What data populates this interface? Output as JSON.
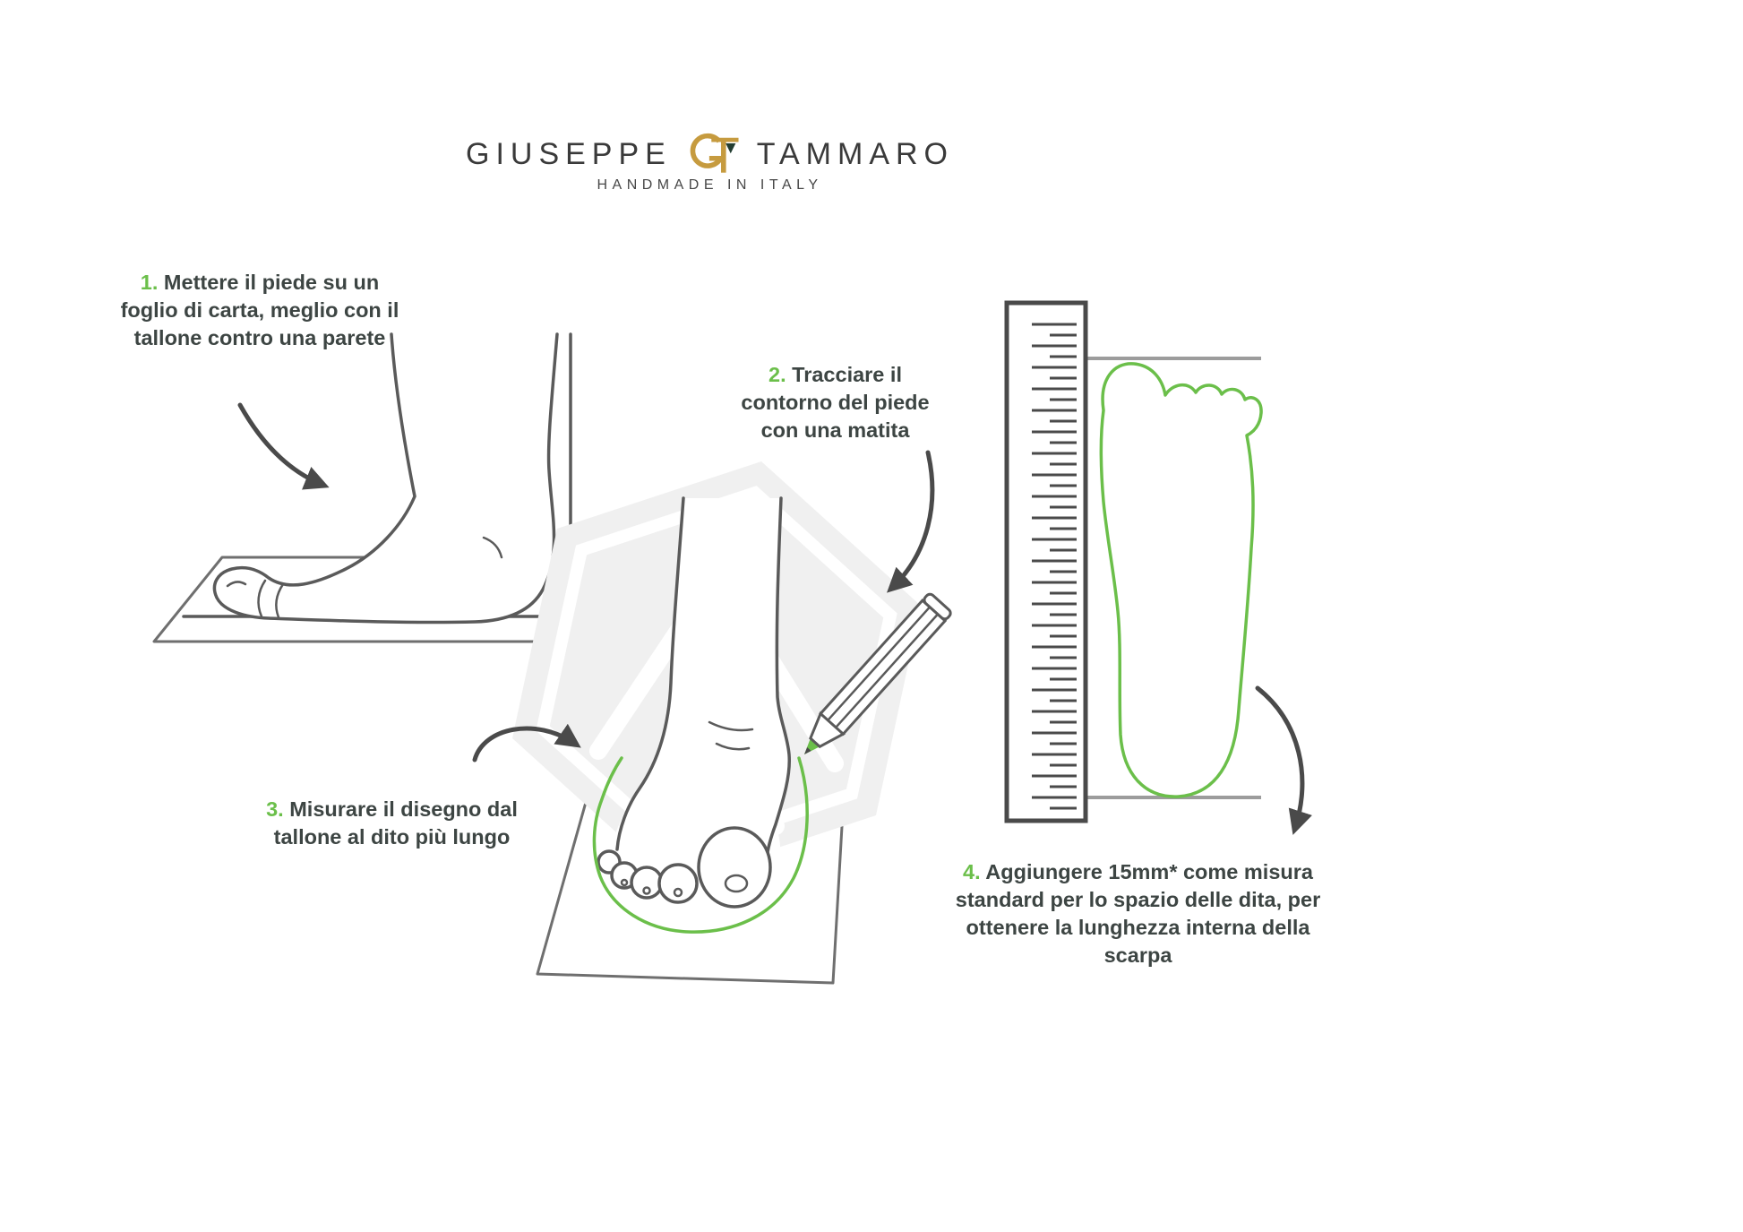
{
  "brand": {
    "name_left": "GIUSEPPE",
    "name_right": "TAMMARO",
    "monogram": "GT",
    "tagline": "HANDMADE IN ITALY"
  },
  "steps": [
    {
      "number": "1.",
      "text": "Mettere il piede su un foglio di carta, meglio con il tallone contro una parete"
    },
    {
      "number": "2.",
      "text": "Tracciare il contorno del piede con una matita"
    },
    {
      "number": "3.",
      "text": "Misurare il disegno dal tallone al dito più lungo"
    },
    {
      "number": "4.",
      "text": "Aggiungere 15mm* come misura standard per lo spazio delle dita, per ottenere la lunghezza interna della scarpa"
    }
  ],
  "icons": {
    "monogram_icon": "gt-monogram-icon",
    "arrows": [
      "curved-arrow-step1",
      "curved-arrow-step2",
      "curved-arrow-step3",
      "curved-arrow-step4"
    ]
  },
  "colors": {
    "accent_green": "#6bbf4a",
    "text_dark": "#3d4543",
    "gold": "#c69b3f",
    "line_gray": "#5a5a5a"
  }
}
